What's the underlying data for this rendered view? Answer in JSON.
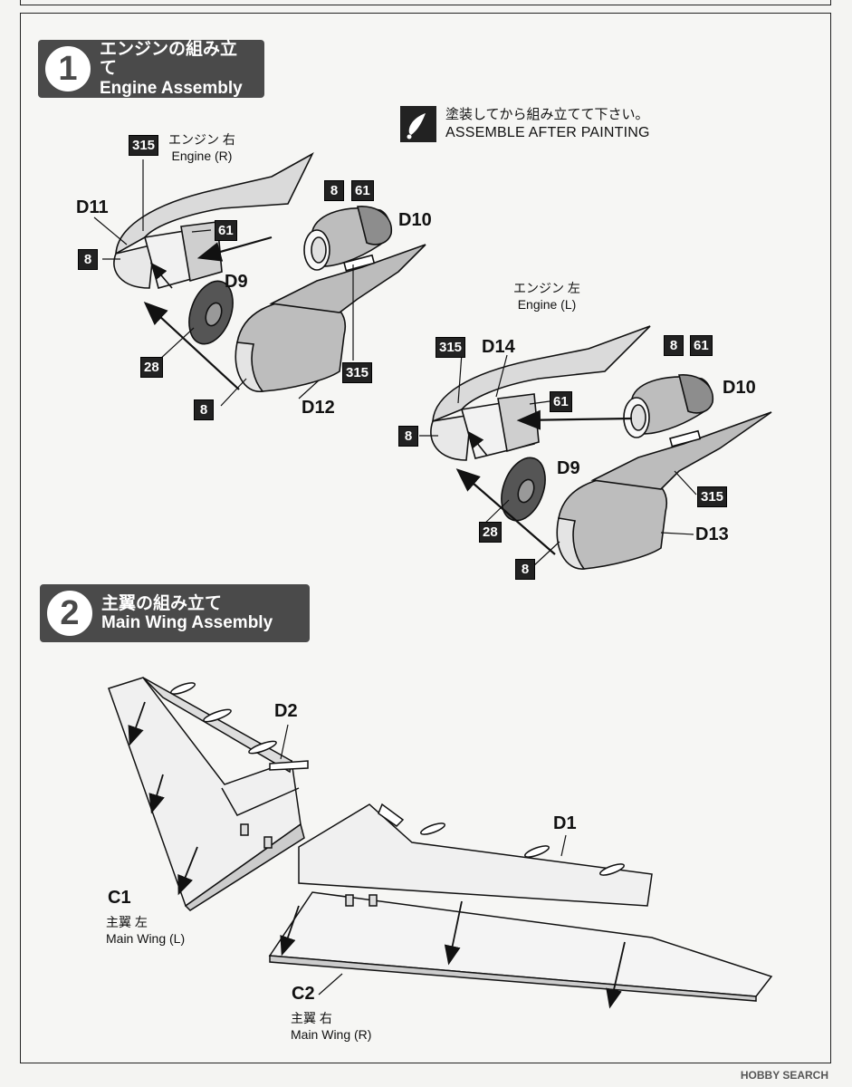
{
  "step1": {
    "number": "1",
    "title_jp": "エンジンの組み立て",
    "title_en": "Engine Assembly"
  },
  "step2": {
    "number": "2",
    "title_jp": "主翼の組み立て",
    "title_en": "Main Wing Assembly"
  },
  "paint_note": {
    "jp": "塗装してから組み立てて下さい。",
    "en": "ASSEMBLE AFTER PAINTING",
    "icon": "paint-brush-icon"
  },
  "engine_r": {
    "label_jp": "エンジン 右",
    "label_en": "Engine (R)",
    "color_315": "315",
    "parts": {
      "d11": "D11",
      "d10": "D10",
      "d9": "D9",
      "d12": "D12"
    },
    "colors": {
      "c8a": "8",
      "c61a": "61",
      "c8b": "8",
      "c61b": "61",
      "c28": "28",
      "c315b": "315",
      "c8c": "8"
    }
  },
  "engine_l": {
    "label_jp": "エンジン 左",
    "label_en": "Engine (L)",
    "parts": {
      "d14": "D14",
      "d10": "D10",
      "d9": "D9",
      "d13": "D13"
    },
    "colors": {
      "c315a": "315",
      "c8a": "8",
      "c61a": "61",
      "c8b": "8",
      "c61b": "61",
      "c28": "28",
      "c315b": "315",
      "c8c": "8"
    }
  },
  "wing_l": {
    "part": "C1",
    "label_jp": "主翼 左",
    "label_en": "Main Wing (L)",
    "part_d2": "D2"
  },
  "wing_r": {
    "part": "C2",
    "label_jp": "主翼 右",
    "label_en": "Main Wing (R)",
    "part_d1": "D1"
  },
  "watermark": "HOBBY SEARCH"
}
